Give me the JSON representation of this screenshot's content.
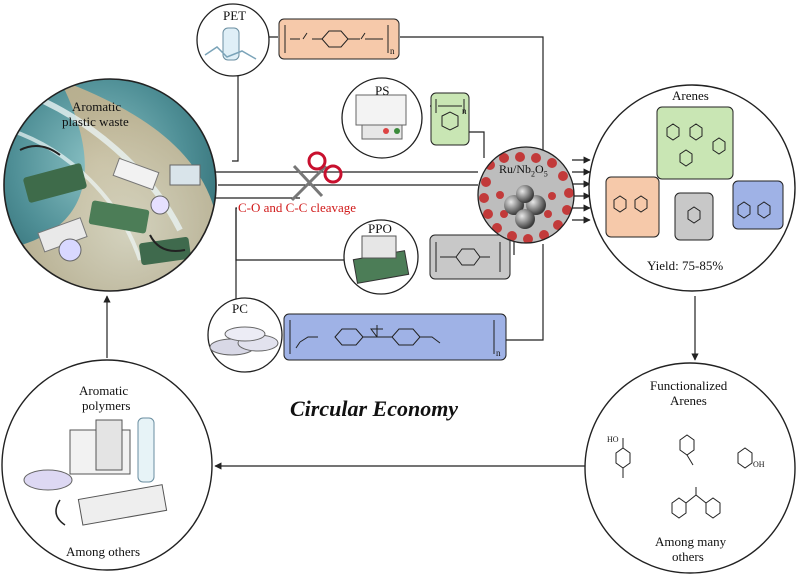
{
  "labels": {
    "pet": "PET",
    "ps": "PS",
    "ppo": "PPO",
    "pc": "PC",
    "waste_line1": "Aromatic",
    "waste_line2": "plastic waste",
    "cleavage": "C-O and C-C cleavage",
    "catalyst": "Ru/Nb",
    "arenes": "Arenes",
    "yield": "Yield: 75-85%",
    "functionalized_line1": "Functionalized",
    "functionalized_line2": "Arenes",
    "among_many_line1": "Among many",
    "among_many_line2": "others",
    "aromatic_polymers_line1": "Aromatic",
    "aromatic_polymers_line2": "polymers",
    "among_others": "Among others",
    "title": "Circular Economy",
    "subscript_n": "n",
    "ho": "HO",
    "oh": "OH"
  },
  "colors": {
    "pet_box": "#f6c9aa",
    "ps_box": "#c9e6b4",
    "ppo_box": "#c8c8c8",
    "pc_box": "#9fb2e6",
    "cleavage_text": "#d11a1a",
    "catalyst_sphere": "#c23a3a",
    "ocean": "#5f9ea6"
  }
}
